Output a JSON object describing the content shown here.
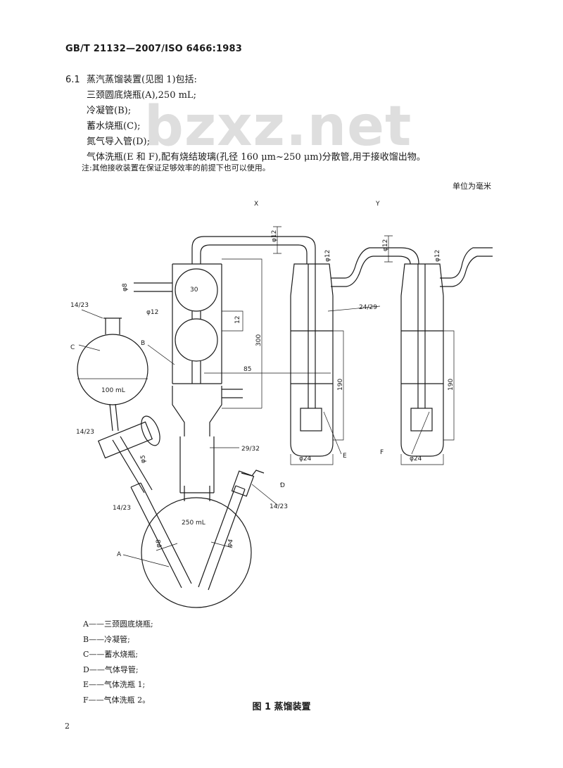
{
  "header": "GB/T 21132—2007/ISO 6466:1983",
  "section": {
    "number": "6.1",
    "title": "蒸汽蒸馏装置(见图 1)包括:",
    "items": [
      "三颈圆底烧瓶(A),250 mL;",
      "冷凝管(B);",
      "蓄水烧瓶(C);",
      "氮气导入管(D);",
      "气体洗瓶(E 和 F),配有烧结玻璃(孔径 160 μm~250 μm)分散管,用于接收馏出物。"
    ]
  },
  "note": "注:其他接收装置在保证足够效率的前提下也可以使用。",
  "unit": "单位为毫米",
  "watermark": "bzxz.net",
  "figure": {
    "view_x": "X",
    "view_y": "Y",
    "dims": {
      "d12_a": "φ12",
      "d12_b": "φ12",
      "d12_c": "φ12",
      "d12_d": "φ12",
      "d12_side": "φ12",
      "d8_top": "φ8",
      "d30": "30",
      "d12_gap": "12",
      "d300": "300",
      "d85": "85",
      "d190_e": "190",
      "d190_f": "190",
      "d24_e": "φ24",
      "d24_f": "φ24",
      "d5": "φ5",
      "d8_bottom": "φ8",
      "d4": "φ4"
    },
    "joints": {
      "j_14_23_top": "14/23",
      "j_14_23_stop": "14/23",
      "j_14_23_left": "14/23",
      "j_14_23_right": "14/23",
      "j_29_32": "29/32",
      "j_24_29": "24/29"
    },
    "vol_100": "100 mL",
    "vol_250": "250 mL",
    "labels": {
      "a": "A",
      "b": "B",
      "c": "C",
      "d": "D",
      "e": "E",
      "f": "F"
    }
  },
  "legend": [
    "A——三颈圆底烧瓶;",
    "B——冷凝管;",
    "C——蓄水烧瓶;",
    "D——气体导管;",
    "E——气体洗瓶 1;",
    "F——气体洗瓶 2。"
  ],
  "caption": "图 1  蒸馏装置",
  "page_number": "2"
}
